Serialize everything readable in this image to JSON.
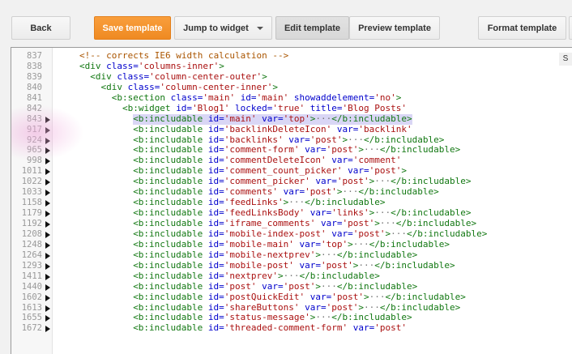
{
  "toolbar": {
    "back_label": "Back",
    "save_label": "Save template",
    "jump_label": "Jump to widget",
    "edit_label": "Edit template",
    "preview_label": "Preview template",
    "format_label": "Format template"
  },
  "editor": {
    "side_label": "S",
    "lines": [
      {
        "n": "837",
        "fold": false,
        "ind": 10,
        "hl": false,
        "toks": [
          [
            "cmt",
            "<!-- corrects IE6 width calculation -->"
          ]
        ]
      },
      {
        "n": "838",
        "fold": false,
        "ind": 10,
        "hl": false,
        "toks": [
          [
            "tag",
            "<div "
          ],
          [
            "attr",
            "class="
          ],
          [
            "val",
            "'columns-inner'"
          ],
          [
            "tag",
            ">"
          ]
        ]
      },
      {
        "n": "839",
        "fold": false,
        "ind": 12,
        "hl": false,
        "toks": [
          [
            "tag",
            "<div "
          ],
          [
            "attr",
            "class="
          ],
          [
            "val",
            "'column-center-outer'"
          ],
          [
            "tag",
            ">"
          ]
        ]
      },
      {
        "n": "840",
        "fold": false,
        "ind": 14,
        "hl": false,
        "toks": [
          [
            "tag",
            "<div "
          ],
          [
            "attr",
            "class="
          ],
          [
            "val",
            "'column-center-inner'"
          ],
          [
            "tag",
            ">"
          ]
        ]
      },
      {
        "n": "841",
        "fold": false,
        "ind": 16,
        "hl": false,
        "toks": [
          [
            "tag",
            "<b:section "
          ],
          [
            "attr",
            "class="
          ],
          [
            "val",
            "'main' "
          ],
          [
            "attr",
            "id="
          ],
          [
            "val",
            "'main' "
          ],
          [
            "attr",
            "showaddelement="
          ],
          [
            "val",
            "'no'"
          ],
          [
            "tag",
            ">"
          ]
        ]
      },
      {
        "n": "842",
        "fold": false,
        "ind": 18,
        "hl": false,
        "toks": [
          [
            "tag",
            "<b:widget "
          ],
          [
            "attr",
            "id="
          ],
          [
            "val",
            "'Blog1' "
          ],
          [
            "attr",
            "locked="
          ],
          [
            "val",
            "'true' "
          ],
          [
            "attr",
            "title="
          ],
          [
            "val",
            "'Blog Posts'"
          ]
        ]
      },
      {
        "n": "843",
        "fold": true,
        "ind": 20,
        "hl": true,
        "toks": [
          [
            "tag",
            "<b:includable "
          ],
          [
            "attr",
            "id="
          ],
          [
            "val",
            "'main' "
          ],
          [
            "attr",
            "var="
          ],
          [
            "val",
            "'top'"
          ],
          [
            "tag",
            ">"
          ],
          [
            "ell",
            "···"
          ],
          [
            "tag",
            "</b:includable>"
          ]
        ]
      },
      {
        "n": "917",
        "fold": true,
        "ind": 20,
        "hl": false,
        "toks": [
          [
            "tag",
            "<b:includable "
          ],
          [
            "attr",
            "id="
          ],
          [
            "val",
            "'backlinkDeleteIcon' "
          ],
          [
            "attr",
            "var="
          ],
          [
            "val",
            "'backlink'"
          ]
        ]
      },
      {
        "n": "924",
        "fold": true,
        "ind": 20,
        "hl": false,
        "toks": [
          [
            "tag",
            "<b:includable "
          ],
          [
            "attr",
            "id="
          ],
          [
            "val",
            "'backlinks' "
          ],
          [
            "attr",
            "var="
          ],
          [
            "val",
            "'post'"
          ],
          [
            "tag",
            ">"
          ],
          [
            "ell",
            "···"
          ],
          [
            "tag",
            "</b:includable>"
          ]
        ]
      },
      {
        "n": "965",
        "fold": true,
        "ind": 20,
        "hl": false,
        "toks": [
          [
            "tag",
            "<b:includable "
          ],
          [
            "attr",
            "id="
          ],
          [
            "val",
            "'comment-form' "
          ],
          [
            "attr",
            "var="
          ],
          [
            "val",
            "'post'"
          ],
          [
            "tag",
            ">"
          ],
          [
            "ell",
            "···"
          ],
          [
            "tag",
            "</b:includable>"
          ]
        ]
      },
      {
        "n": "998",
        "fold": true,
        "ind": 20,
        "hl": false,
        "toks": [
          [
            "tag",
            "<b:includable "
          ],
          [
            "attr",
            "id="
          ],
          [
            "val",
            "'commentDeleteIcon' "
          ],
          [
            "attr",
            "var="
          ],
          [
            "val",
            "'comment'"
          ]
        ]
      },
      {
        "n": "1011",
        "fold": true,
        "ind": 20,
        "hl": false,
        "toks": [
          [
            "tag",
            "<b:includable "
          ],
          [
            "attr",
            "id="
          ],
          [
            "val",
            "'comment_count_picker' "
          ],
          [
            "attr",
            "var="
          ],
          [
            "val",
            "'post'"
          ],
          [
            "tag",
            ">"
          ]
        ]
      },
      {
        "n": "1022",
        "fold": true,
        "ind": 20,
        "hl": false,
        "toks": [
          [
            "tag",
            "<b:includable "
          ],
          [
            "attr",
            "id="
          ],
          [
            "val",
            "'comment_picker' "
          ],
          [
            "attr",
            "var="
          ],
          [
            "val",
            "'post'"
          ],
          [
            "tag",
            ">"
          ],
          [
            "ell",
            "···"
          ],
          [
            "tag",
            "</b:includable>"
          ]
        ]
      },
      {
        "n": "1033",
        "fold": true,
        "ind": 20,
        "hl": false,
        "toks": [
          [
            "tag",
            "<b:includable "
          ],
          [
            "attr",
            "id="
          ],
          [
            "val",
            "'comments' "
          ],
          [
            "attr",
            "var="
          ],
          [
            "val",
            "'post'"
          ],
          [
            "tag",
            ">"
          ],
          [
            "ell",
            "···"
          ],
          [
            "tag",
            "</b:includable>"
          ]
        ]
      },
      {
        "n": "1158",
        "fold": true,
        "ind": 20,
        "hl": false,
        "toks": [
          [
            "tag",
            "<b:includable "
          ],
          [
            "attr",
            "id="
          ],
          [
            "val",
            "'feedLinks'"
          ],
          [
            "tag",
            ">"
          ],
          [
            "ell",
            "···"
          ],
          [
            "tag",
            "</b:includable>"
          ]
        ]
      },
      {
        "n": "1179",
        "fold": true,
        "ind": 20,
        "hl": false,
        "toks": [
          [
            "tag",
            "<b:includable "
          ],
          [
            "attr",
            "id="
          ],
          [
            "val",
            "'feedLinksBody' "
          ],
          [
            "attr",
            "var="
          ],
          [
            "val",
            "'links'"
          ],
          [
            "tag",
            ">"
          ],
          [
            "ell",
            "···"
          ],
          [
            "tag",
            "</b:includable>"
          ]
        ]
      },
      {
        "n": "1192",
        "fold": true,
        "ind": 20,
        "hl": false,
        "toks": [
          [
            "tag",
            "<b:includable "
          ],
          [
            "attr",
            "id="
          ],
          [
            "val",
            "'iframe_comments' "
          ],
          [
            "attr",
            "var="
          ],
          [
            "val",
            "'post'"
          ],
          [
            "tag",
            ">"
          ],
          [
            "ell",
            "···"
          ],
          [
            "tag",
            "</b:includable>"
          ]
        ]
      },
      {
        "n": "1208",
        "fold": true,
        "ind": 20,
        "hl": false,
        "toks": [
          [
            "tag",
            "<b:includable "
          ],
          [
            "attr",
            "id="
          ],
          [
            "val",
            "'mobile-index-post' "
          ],
          [
            "attr",
            "var="
          ],
          [
            "val",
            "'post'"
          ],
          [
            "tag",
            ">"
          ],
          [
            "ell",
            "···"
          ],
          [
            "tag",
            "</b:includable>"
          ]
        ]
      },
      {
        "n": "1248",
        "fold": true,
        "ind": 20,
        "hl": false,
        "toks": [
          [
            "tag",
            "<b:includable "
          ],
          [
            "attr",
            "id="
          ],
          [
            "val",
            "'mobile-main' "
          ],
          [
            "attr",
            "var="
          ],
          [
            "val",
            "'top'"
          ],
          [
            "tag",
            ">"
          ],
          [
            "ell",
            "···"
          ],
          [
            "tag",
            "</b:includable>"
          ]
        ]
      },
      {
        "n": "1264",
        "fold": true,
        "ind": 20,
        "hl": false,
        "toks": [
          [
            "tag",
            "<b:includable "
          ],
          [
            "attr",
            "id="
          ],
          [
            "val",
            "'mobile-nextprev'"
          ],
          [
            "tag",
            ">"
          ],
          [
            "ell",
            "···"
          ],
          [
            "tag",
            "</b:includable>"
          ]
        ]
      },
      {
        "n": "1293",
        "fold": true,
        "ind": 20,
        "hl": false,
        "toks": [
          [
            "tag",
            "<b:includable "
          ],
          [
            "attr",
            "id="
          ],
          [
            "val",
            "'mobile-post' "
          ],
          [
            "attr",
            "var="
          ],
          [
            "val",
            "'post'"
          ],
          [
            "tag",
            ">"
          ],
          [
            "ell",
            "···"
          ],
          [
            "tag",
            "</b:includable>"
          ]
        ]
      },
      {
        "n": "1411",
        "fold": true,
        "ind": 20,
        "hl": false,
        "toks": [
          [
            "tag",
            "<b:includable "
          ],
          [
            "attr",
            "id="
          ],
          [
            "val",
            "'nextprev'"
          ],
          [
            "tag",
            ">"
          ],
          [
            "ell",
            "···"
          ],
          [
            "tag",
            "</b:includable>"
          ]
        ]
      },
      {
        "n": "1440",
        "fold": true,
        "ind": 20,
        "hl": false,
        "toks": [
          [
            "tag",
            "<b:includable "
          ],
          [
            "attr",
            "id="
          ],
          [
            "val",
            "'post' "
          ],
          [
            "attr",
            "var="
          ],
          [
            "val",
            "'post'"
          ],
          [
            "tag",
            ">"
          ],
          [
            "ell",
            "···"
          ],
          [
            "tag",
            "</b:includable>"
          ]
        ]
      },
      {
        "n": "1602",
        "fold": true,
        "ind": 20,
        "hl": false,
        "toks": [
          [
            "tag",
            "<b:includable "
          ],
          [
            "attr",
            "id="
          ],
          [
            "val",
            "'postQuickEdit' "
          ],
          [
            "attr",
            "var="
          ],
          [
            "val",
            "'post'"
          ],
          [
            "tag",
            ">"
          ],
          [
            "ell",
            "···"
          ],
          [
            "tag",
            "</b:includable>"
          ]
        ]
      },
      {
        "n": "1613",
        "fold": true,
        "ind": 20,
        "hl": false,
        "toks": [
          [
            "tag",
            "<b:includable "
          ],
          [
            "attr",
            "id="
          ],
          [
            "val",
            "'shareButtons' "
          ],
          [
            "attr",
            "var="
          ],
          [
            "val",
            "'post'"
          ],
          [
            "tag",
            ">"
          ],
          [
            "ell",
            "···"
          ],
          [
            "tag",
            "</b:includable>"
          ]
        ]
      },
      {
        "n": "1655",
        "fold": true,
        "ind": 20,
        "hl": false,
        "toks": [
          [
            "tag",
            "<b:includable "
          ],
          [
            "attr",
            "id="
          ],
          [
            "val",
            "'status-message'"
          ],
          [
            "tag",
            ">"
          ],
          [
            "ell",
            "···"
          ],
          [
            "tag",
            "</b:includable>"
          ]
        ]
      },
      {
        "n": "1672",
        "fold": true,
        "ind": 20,
        "hl": false,
        "toks": [
          [
            "tag",
            "<b:includable "
          ],
          [
            "attr",
            "id="
          ],
          [
            "val",
            "'threaded-comment-form' "
          ],
          [
            "attr",
            "var="
          ],
          [
            "val",
            "'post'"
          ]
        ]
      }
    ]
  }
}
